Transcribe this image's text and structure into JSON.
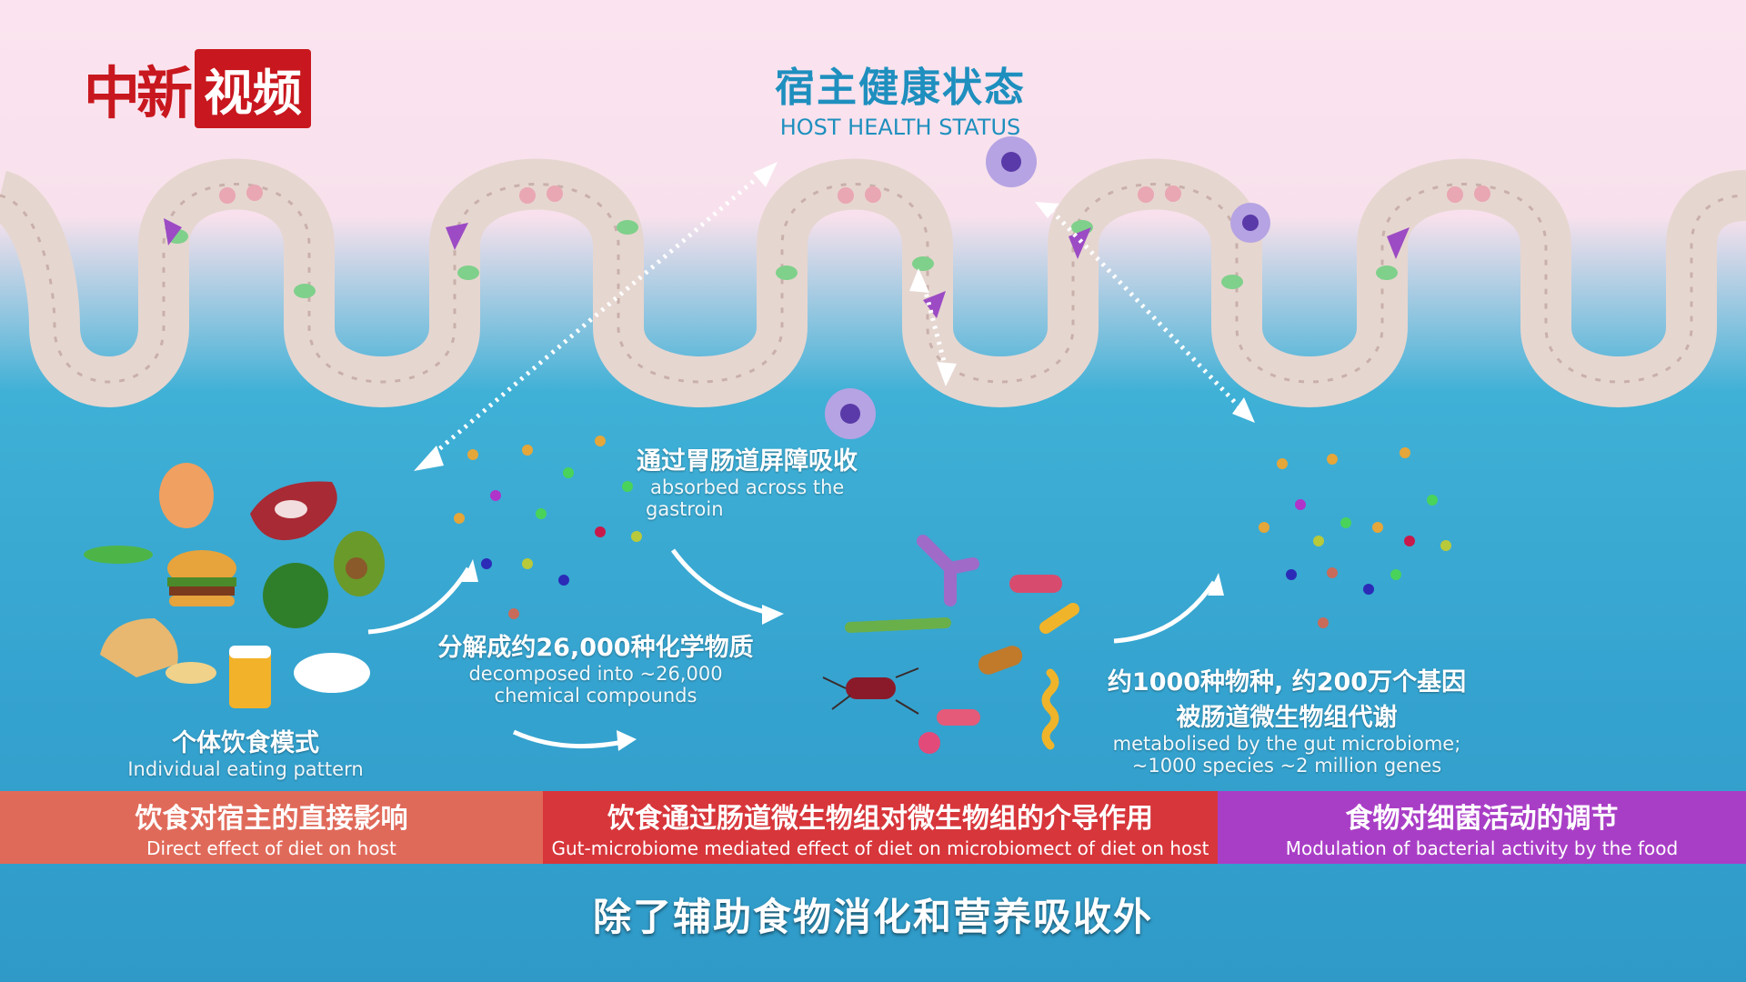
{
  "logo": {
    "text_red": "中新",
    "text_box": "视频"
  },
  "host": {
    "title_zh": "宿主健康状态",
    "title_en": "HOST HEALTH STATUS"
  },
  "diet": {
    "zh": "个体饮食模式",
    "en": "Individual eating pattern"
  },
  "decompose": {
    "zh": "分解成约26,000种化学物质",
    "en_1": "decomposed into ~26,000",
    "en_2": "chemical compounds"
  },
  "absorb": {
    "zh": "通过胃肠道屏障吸收",
    "en_1": "absorbed across the",
    "en_2": "gastroin"
  },
  "metabolise": {
    "zh_1": "约1000种物种, 约200万个基因",
    "zh_2": "被肠道微生物组代谢",
    "en_1": "metabolised by the gut microbiome;",
    "en_2": "~1000 species ~2 million genes"
  },
  "bands": [
    {
      "zh": "饮食对宿主的直接影响",
      "en": "Direct effect of diet on host",
      "color": "#e06a5a"
    },
    {
      "zh": "饮食通过肠道微生物组对微生物组的介导作用",
      "en": "Gut-microbiome mediated effect of diet on microbiomect of diet on host",
      "color": "#d7363b"
    },
    {
      "zh": "食物对细菌活动的调节",
      "en": "Modulation of bacterial activity by the food",
      "color": "#a93ec6"
    }
  ],
  "subtitle": "除了辅助食物消化和营养吸收外",
  "colors": {
    "brand_red": "#c8171e",
    "host_blue": "#1e8fbe",
    "background_top": "#fbe4ef",
    "background_bottom": "#35a3cf"
  }
}
